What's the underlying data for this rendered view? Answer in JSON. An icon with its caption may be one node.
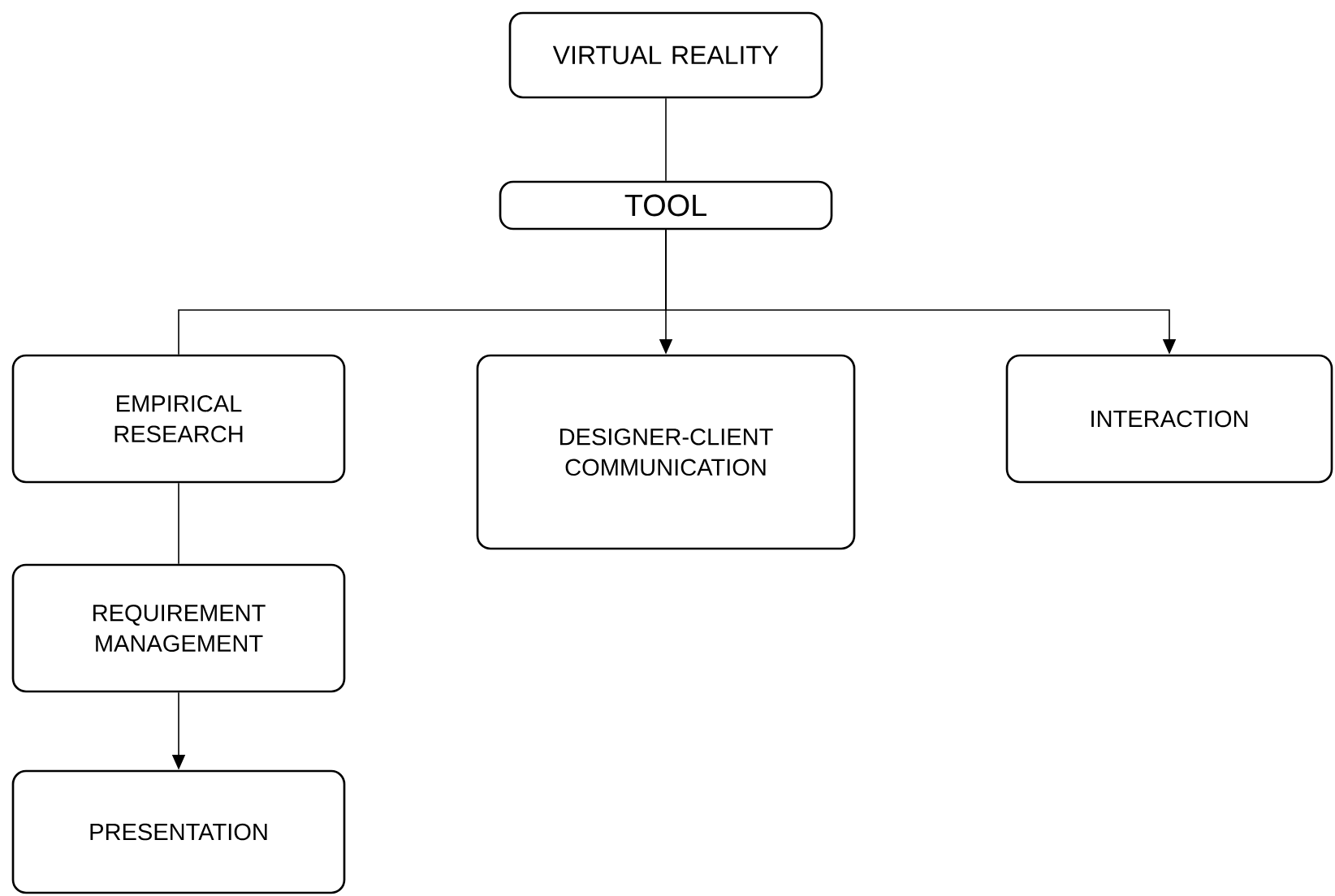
{
  "diagram": {
    "nodes": [
      {
        "text": [
          "VIRTUAL REALITY"
        ]
      },
      {
        "text": [
          "TOOL"
        ]
      },
      {
        "text": [
          "EMPIRICAL RESEARCH"
        ]
      },
      {
        "text": [
          "DESIGNER-CLIENT COMMUNICATION"
        ]
      },
      {
        "text": [
          "INTERACTION"
        ]
      },
      {
        "text": [
          "REQUIREMENT MANAGEMENT"
        ]
      },
      {
        "text": [
          "PRESENTATION"
        ]
      }
    ],
    "edges": [
      {
        "from": 0,
        "to": 1,
        "arrow": "none"
      },
      {
        "from": 1,
        "to": 2,
        "arrow": "none"
      },
      {
        "from": 1,
        "to": 3,
        "arrow": "to"
      },
      {
        "from": 1,
        "to": 4,
        "arrow": "to"
      },
      {
        "from": 2,
        "to": 5,
        "arrow": "none"
      },
      {
        "from": 5,
        "to": 6,
        "arrow": "to"
      }
    ]
  }
}
